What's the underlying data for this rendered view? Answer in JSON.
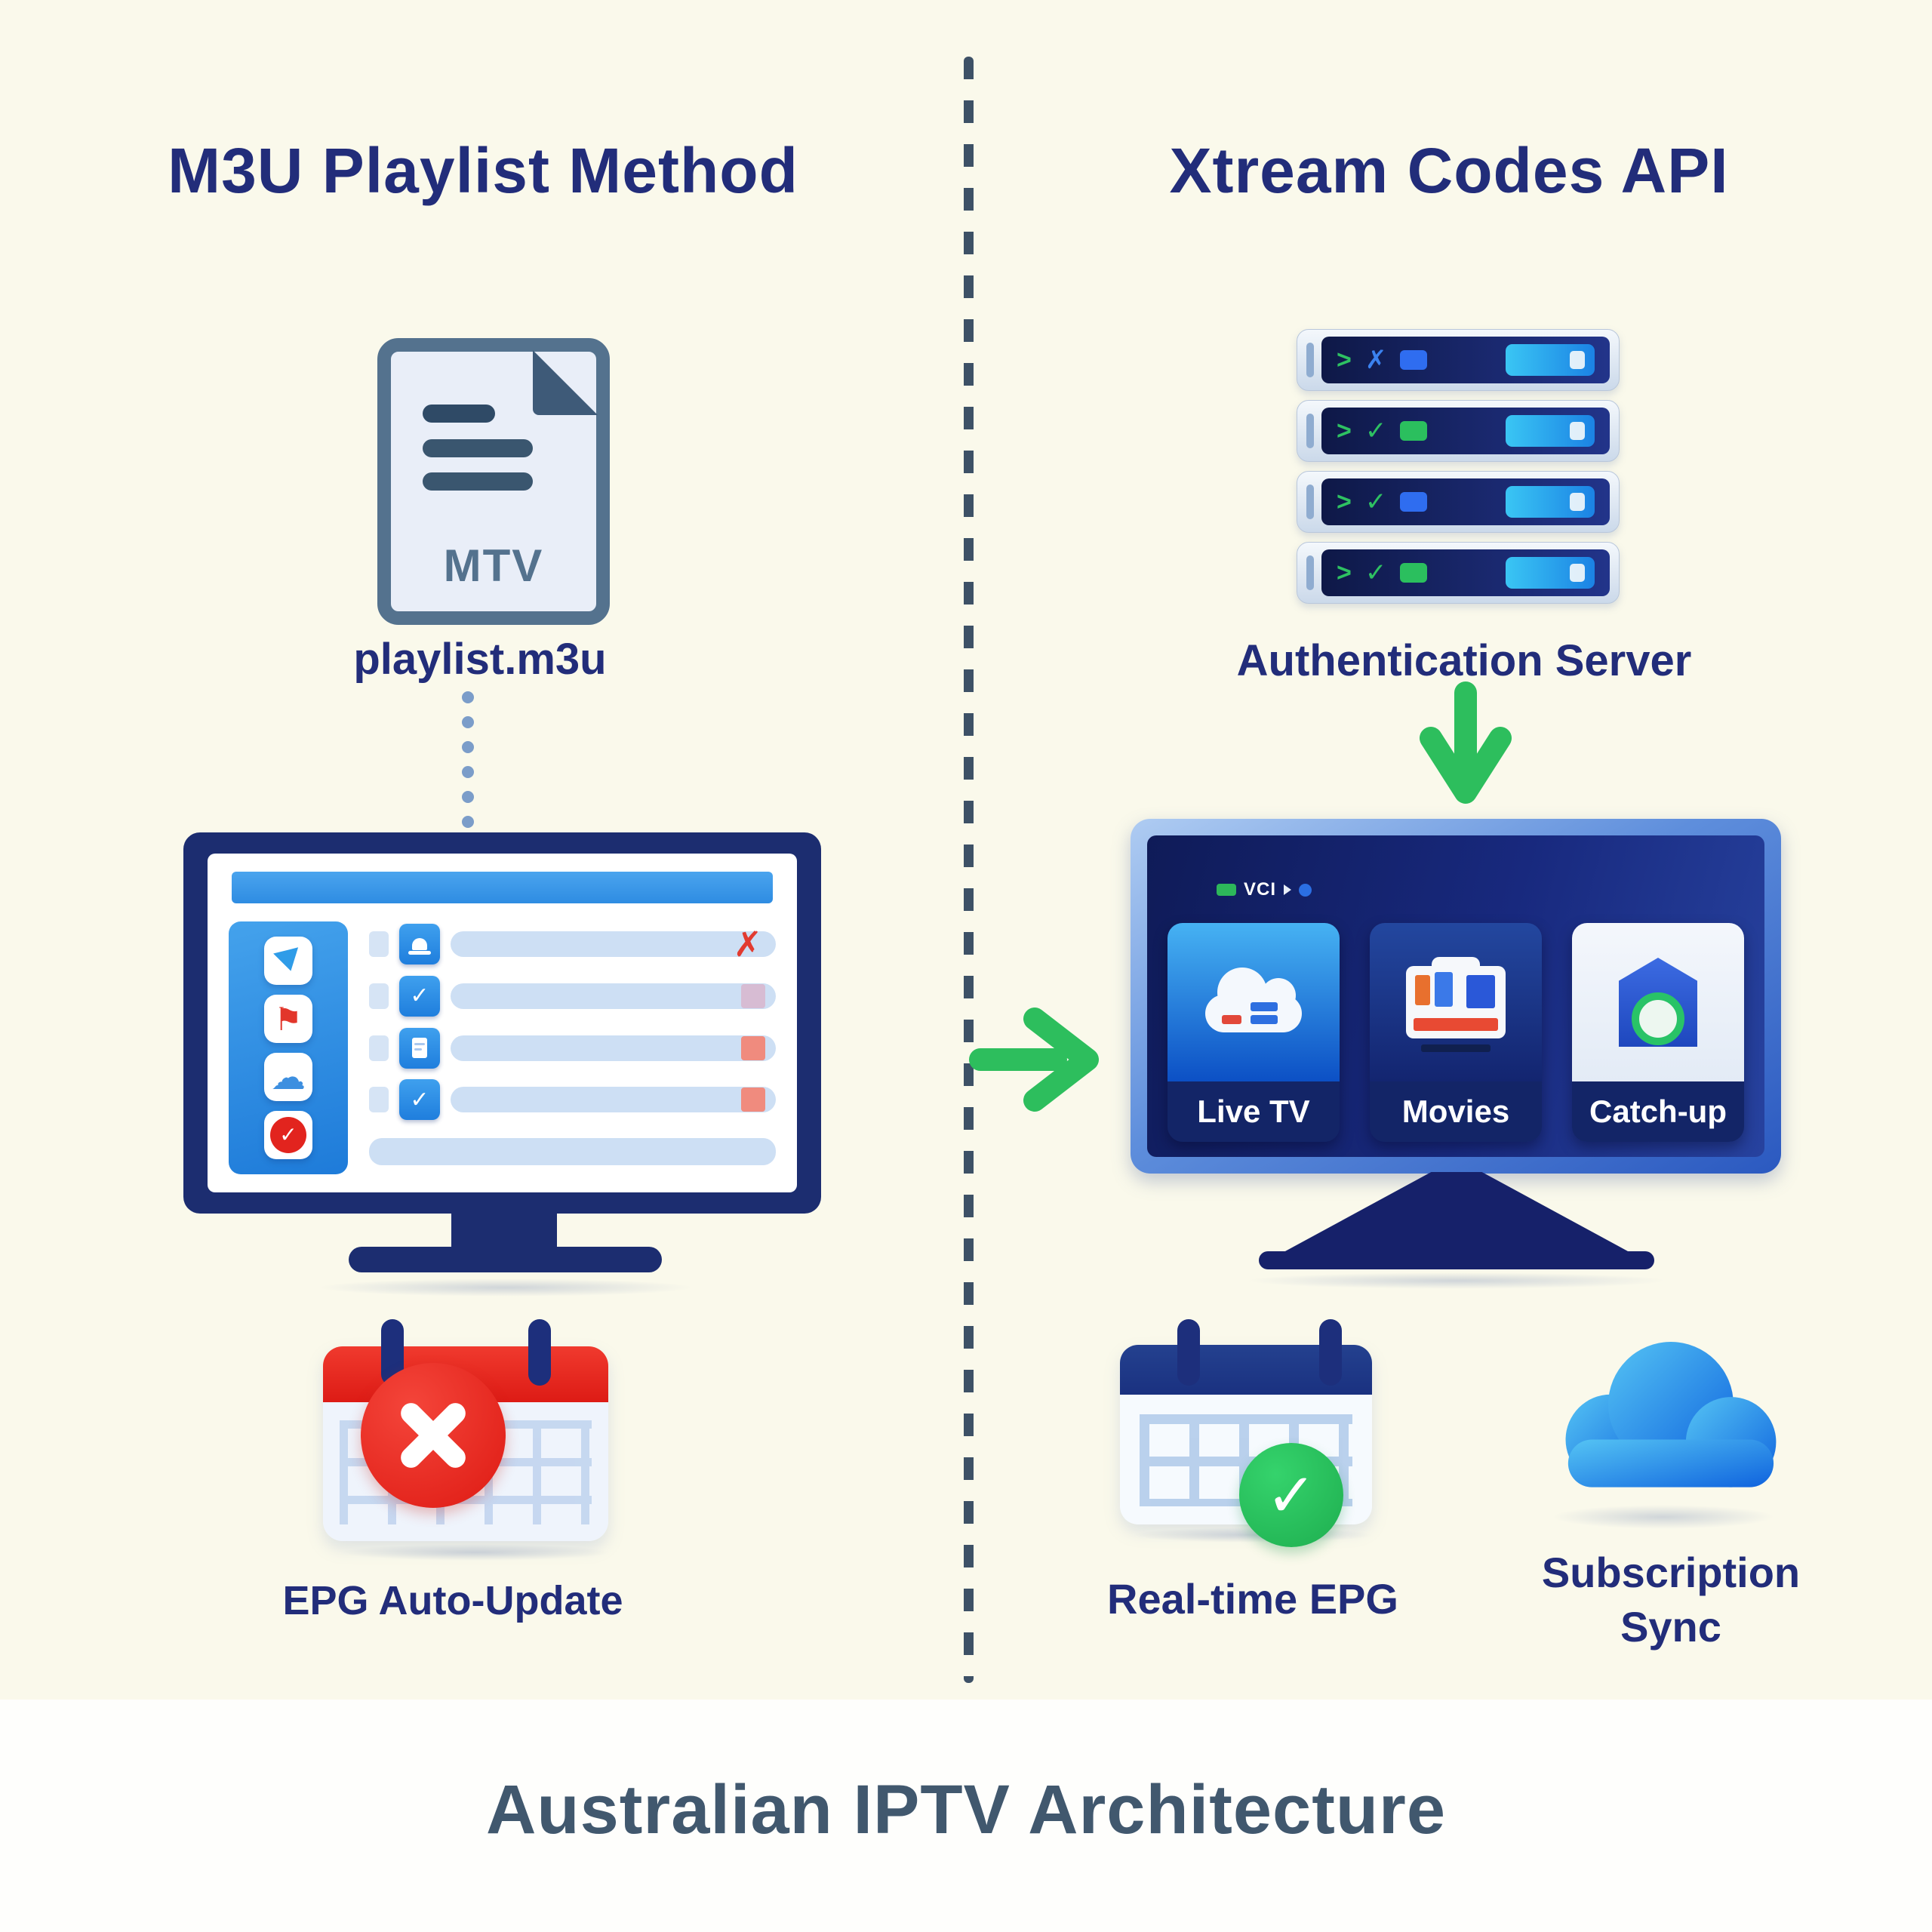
{
  "left": {
    "title": "M3U Playlist Method",
    "file": {
      "badge": "MTV",
      "label": "playlist.m3u"
    },
    "monitor": {
      "rows": [
        {
          "icon": "bell-icon",
          "mark": "red-x"
        },
        {
          "icon": "check-icon",
          "mark": "pink-square"
        },
        {
          "icon": "document-icon",
          "mark": "red-square"
        },
        {
          "icon": "check-icon",
          "mark": "red-square"
        },
        {
          "icon": "none",
          "mark": "none"
        }
      ],
      "sidebar_icons": [
        "play-triangle-icon",
        "flag-icon",
        "cloud-icon",
        "check-circle-icon"
      ]
    },
    "epg_label": "EPG Auto-Update"
  },
  "right": {
    "title": "Xtream Codes API",
    "server_label": "Authentication Server",
    "server_units": [
      {
        "status_icons": [
          "chevron-icon",
          "x-icon",
          "blue-chip"
        ]
      },
      {
        "status_icons": [
          "chevron-icon",
          "check-icon",
          "green-chip"
        ]
      },
      {
        "status_icons": [
          "chevron-icon",
          "check-icon",
          "blue-chip"
        ]
      },
      {
        "status_icons": [
          "chevron-icon",
          "check-icon",
          "green-chip"
        ]
      }
    ],
    "tv": {
      "logo": "VCI",
      "tiles": [
        {
          "label": "Live TV",
          "icon": "cloud-tv-icon"
        },
        {
          "label": "Movies",
          "icon": "media-shelf-icon"
        },
        {
          "label": "Catch-up",
          "icon": "house-record-icon"
        }
      ]
    },
    "epg_label": "Real-time EPG",
    "sync_label": "Subscription Sync"
  },
  "footer": {
    "title": "Australian IPTV Architecture"
  },
  "colors": {
    "background": "#FAF9EB",
    "heading_navy": "#222D7A",
    "footer_slate": "#41586E",
    "green": "#2DBE5D",
    "red": "#E2241E",
    "blue": "#2F8FE4",
    "navy_frame": "#1C2D70"
  }
}
